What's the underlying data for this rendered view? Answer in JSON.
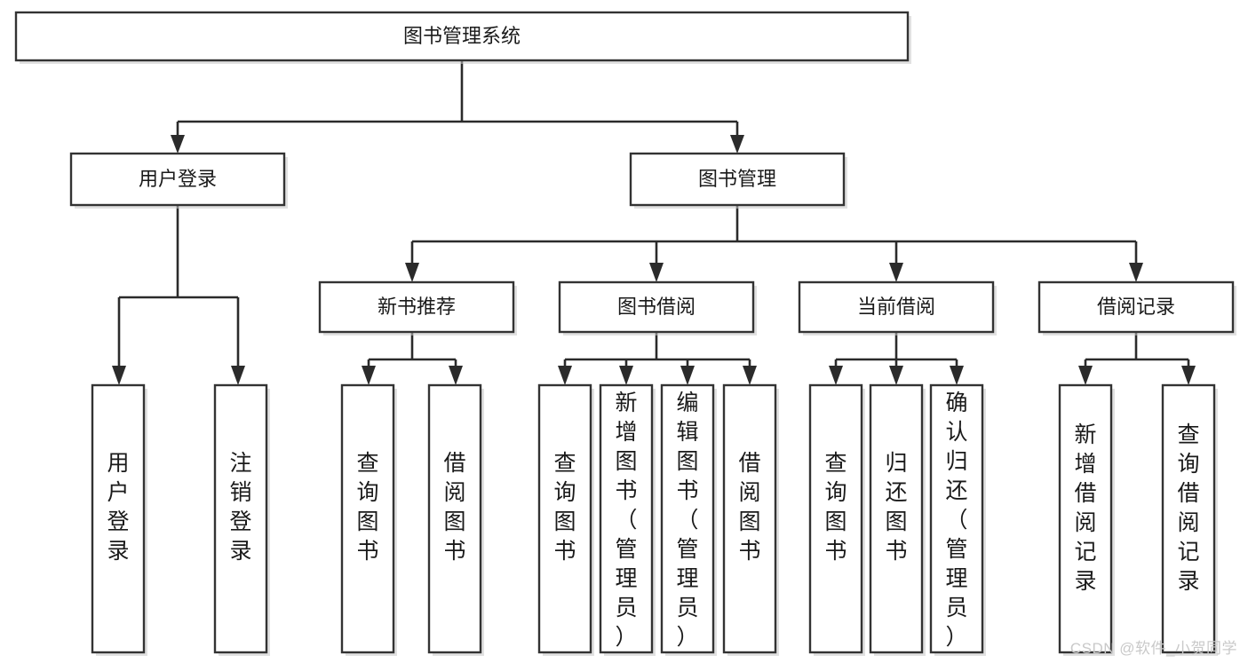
{
  "diagram": {
    "title": "图书管理系统",
    "type": "hierarchy-tree",
    "orientation": "top-down",
    "levels": 4,
    "nodes": {
      "root": {
        "label": "图书管理系统"
      },
      "level2": [
        {
          "id": "user-login",
          "label": "用户登录"
        },
        {
          "id": "book-management",
          "label": "图书管理"
        }
      ],
      "level3": [
        {
          "id": "new-book-recommend",
          "label": "新书推荐",
          "parent": "book-management"
        },
        {
          "id": "book-borrow",
          "label": "图书借阅",
          "parent": "book-management"
        },
        {
          "id": "current-borrow",
          "label": "当前借阅",
          "parent": "book-management"
        },
        {
          "id": "borrow-record",
          "label": "借阅记录",
          "parent": "book-management"
        }
      ],
      "leaves": [
        {
          "id": "leaf-user-login",
          "label": "用户登录",
          "parent": "user-login"
        },
        {
          "id": "leaf-logout-login",
          "label": "注销登录",
          "parent": "user-login"
        },
        {
          "id": "leaf-query-book-1",
          "label": "查询图书",
          "parent": "new-book-recommend"
        },
        {
          "id": "leaf-borrow-book-1",
          "label": "借阅图书",
          "parent": "new-book-recommend"
        },
        {
          "id": "leaf-query-book-2",
          "label": "查询图书",
          "parent": "book-borrow"
        },
        {
          "id": "leaf-add-book",
          "label": "新增图书（管理员）",
          "parent": "book-borrow"
        },
        {
          "id": "leaf-edit-book",
          "label": "编辑图书（管理员）",
          "parent": "book-borrow"
        },
        {
          "id": "leaf-borrow-book-2",
          "label": "借阅图书",
          "parent": "book-borrow"
        },
        {
          "id": "leaf-query-book-3",
          "label": "查询图书",
          "parent": "current-borrow"
        },
        {
          "id": "leaf-return-book",
          "label": "归还图书",
          "parent": "current-borrow"
        },
        {
          "id": "leaf-confirm-return",
          "label": "确认归还（管理员）",
          "parent": "current-borrow"
        },
        {
          "id": "leaf-add-record",
          "label": "新增借阅记录",
          "parent": "borrow-record"
        },
        {
          "id": "leaf-query-record",
          "label": "查询借阅记录",
          "parent": "borrow-record"
        }
      ]
    },
    "colors": {
      "background": "#ffffff",
      "node_fill": "#ffffff",
      "node_border": "#333333",
      "edge": "#2b2b2b",
      "text": "#1a1a1a",
      "watermark": "#c9c9c9"
    }
  },
  "watermark": {
    "text": "CSDN @软件_小贺同学"
  }
}
